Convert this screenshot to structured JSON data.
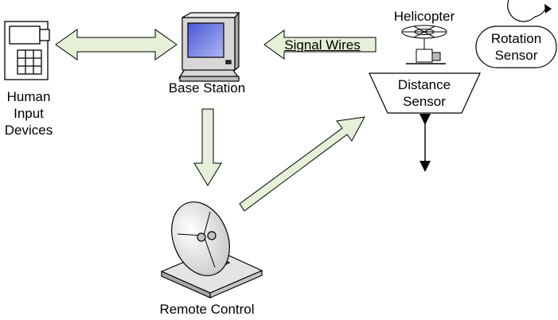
{
  "diagram": {
    "title": "Helicopter control system diagram",
    "nodes": {
      "human_input": {
        "label_lines": [
          "Human",
          "Input",
          "Devices"
        ]
      },
      "base_station": {
        "label": "Base Station"
      },
      "remote_control": {
        "label": "Remote Control"
      },
      "helicopter": {
        "label": "Helicopter"
      },
      "rotation_sensor": {
        "label_lines": [
          "Rotation",
          "Sensor"
        ]
      },
      "distance_sensor": {
        "label_lines": [
          "Distance",
          "Sensor"
        ]
      }
    },
    "edges": [
      {
        "from": "human_input",
        "to": "base_station",
        "type": "bidirectional"
      },
      {
        "from": "helicopter",
        "to": "base_station",
        "label": "Signal Wires"
      },
      {
        "from": "base_station",
        "to": "remote_control"
      },
      {
        "from": "remote_control",
        "to": "helicopter"
      },
      {
        "from": "distance_sensor",
        "to": "ground",
        "type": "bidirectional"
      }
    ],
    "colors": {
      "arrow_fill": "#e6efd8",
      "outline": "#000000"
    }
  }
}
